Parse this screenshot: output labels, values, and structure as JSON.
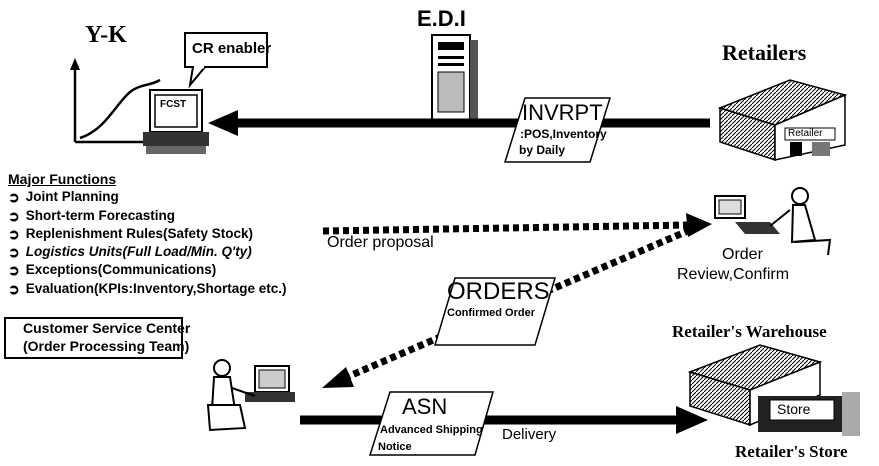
{
  "yk": {
    "title": "Y-K",
    "callout": "CR enabler",
    "screen_label": "FCST"
  },
  "edi": {
    "title": "E.D.I"
  },
  "retailers": {
    "title": "Retailers",
    "sign": "Retailer"
  },
  "invrpt": {
    "title": "INVRPT",
    "line1": ":POS,Inventory",
    "line2": "by Daily"
  },
  "functions": {
    "title": "Major Functions",
    "bullet": "➲",
    "items": [
      "Joint Planning",
      "Short-term Forecasting",
      "Replenishment Rules(Safety Stock)",
      "Logistics Units(Full Load/Min. Q'ty)",
      "Exceptions(Communications)",
      "Evaluation(KPIs:Inventory,Shortage etc.)"
    ]
  },
  "order_proposal": "Order proposal",
  "order_review": {
    "line1": "Order",
    "line2": "Review,Confirm"
  },
  "orders": {
    "title": "ORDERS",
    "sub": "Confirmed Order"
  },
  "csc": {
    "line1": "Customer Service Center",
    "line2": "(Order Processing Team)"
  },
  "asn": {
    "title": "ASN",
    "line1": "Advanced Shipping",
    "line2": "Notice"
  },
  "delivery": "Delivery",
  "warehouse": "Retailer's Warehouse",
  "store": {
    "sign": "Store",
    "caption": "Retailer's Store"
  }
}
